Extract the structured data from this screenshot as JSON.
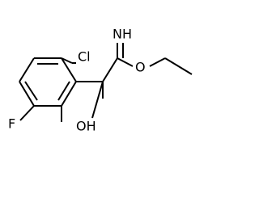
{
  "molecule": {
    "atoms": {
      "cl": "Cl",
      "f": "F",
      "nh": "NH",
      "o": "O",
      "oh": "OH"
    }
  }
}
